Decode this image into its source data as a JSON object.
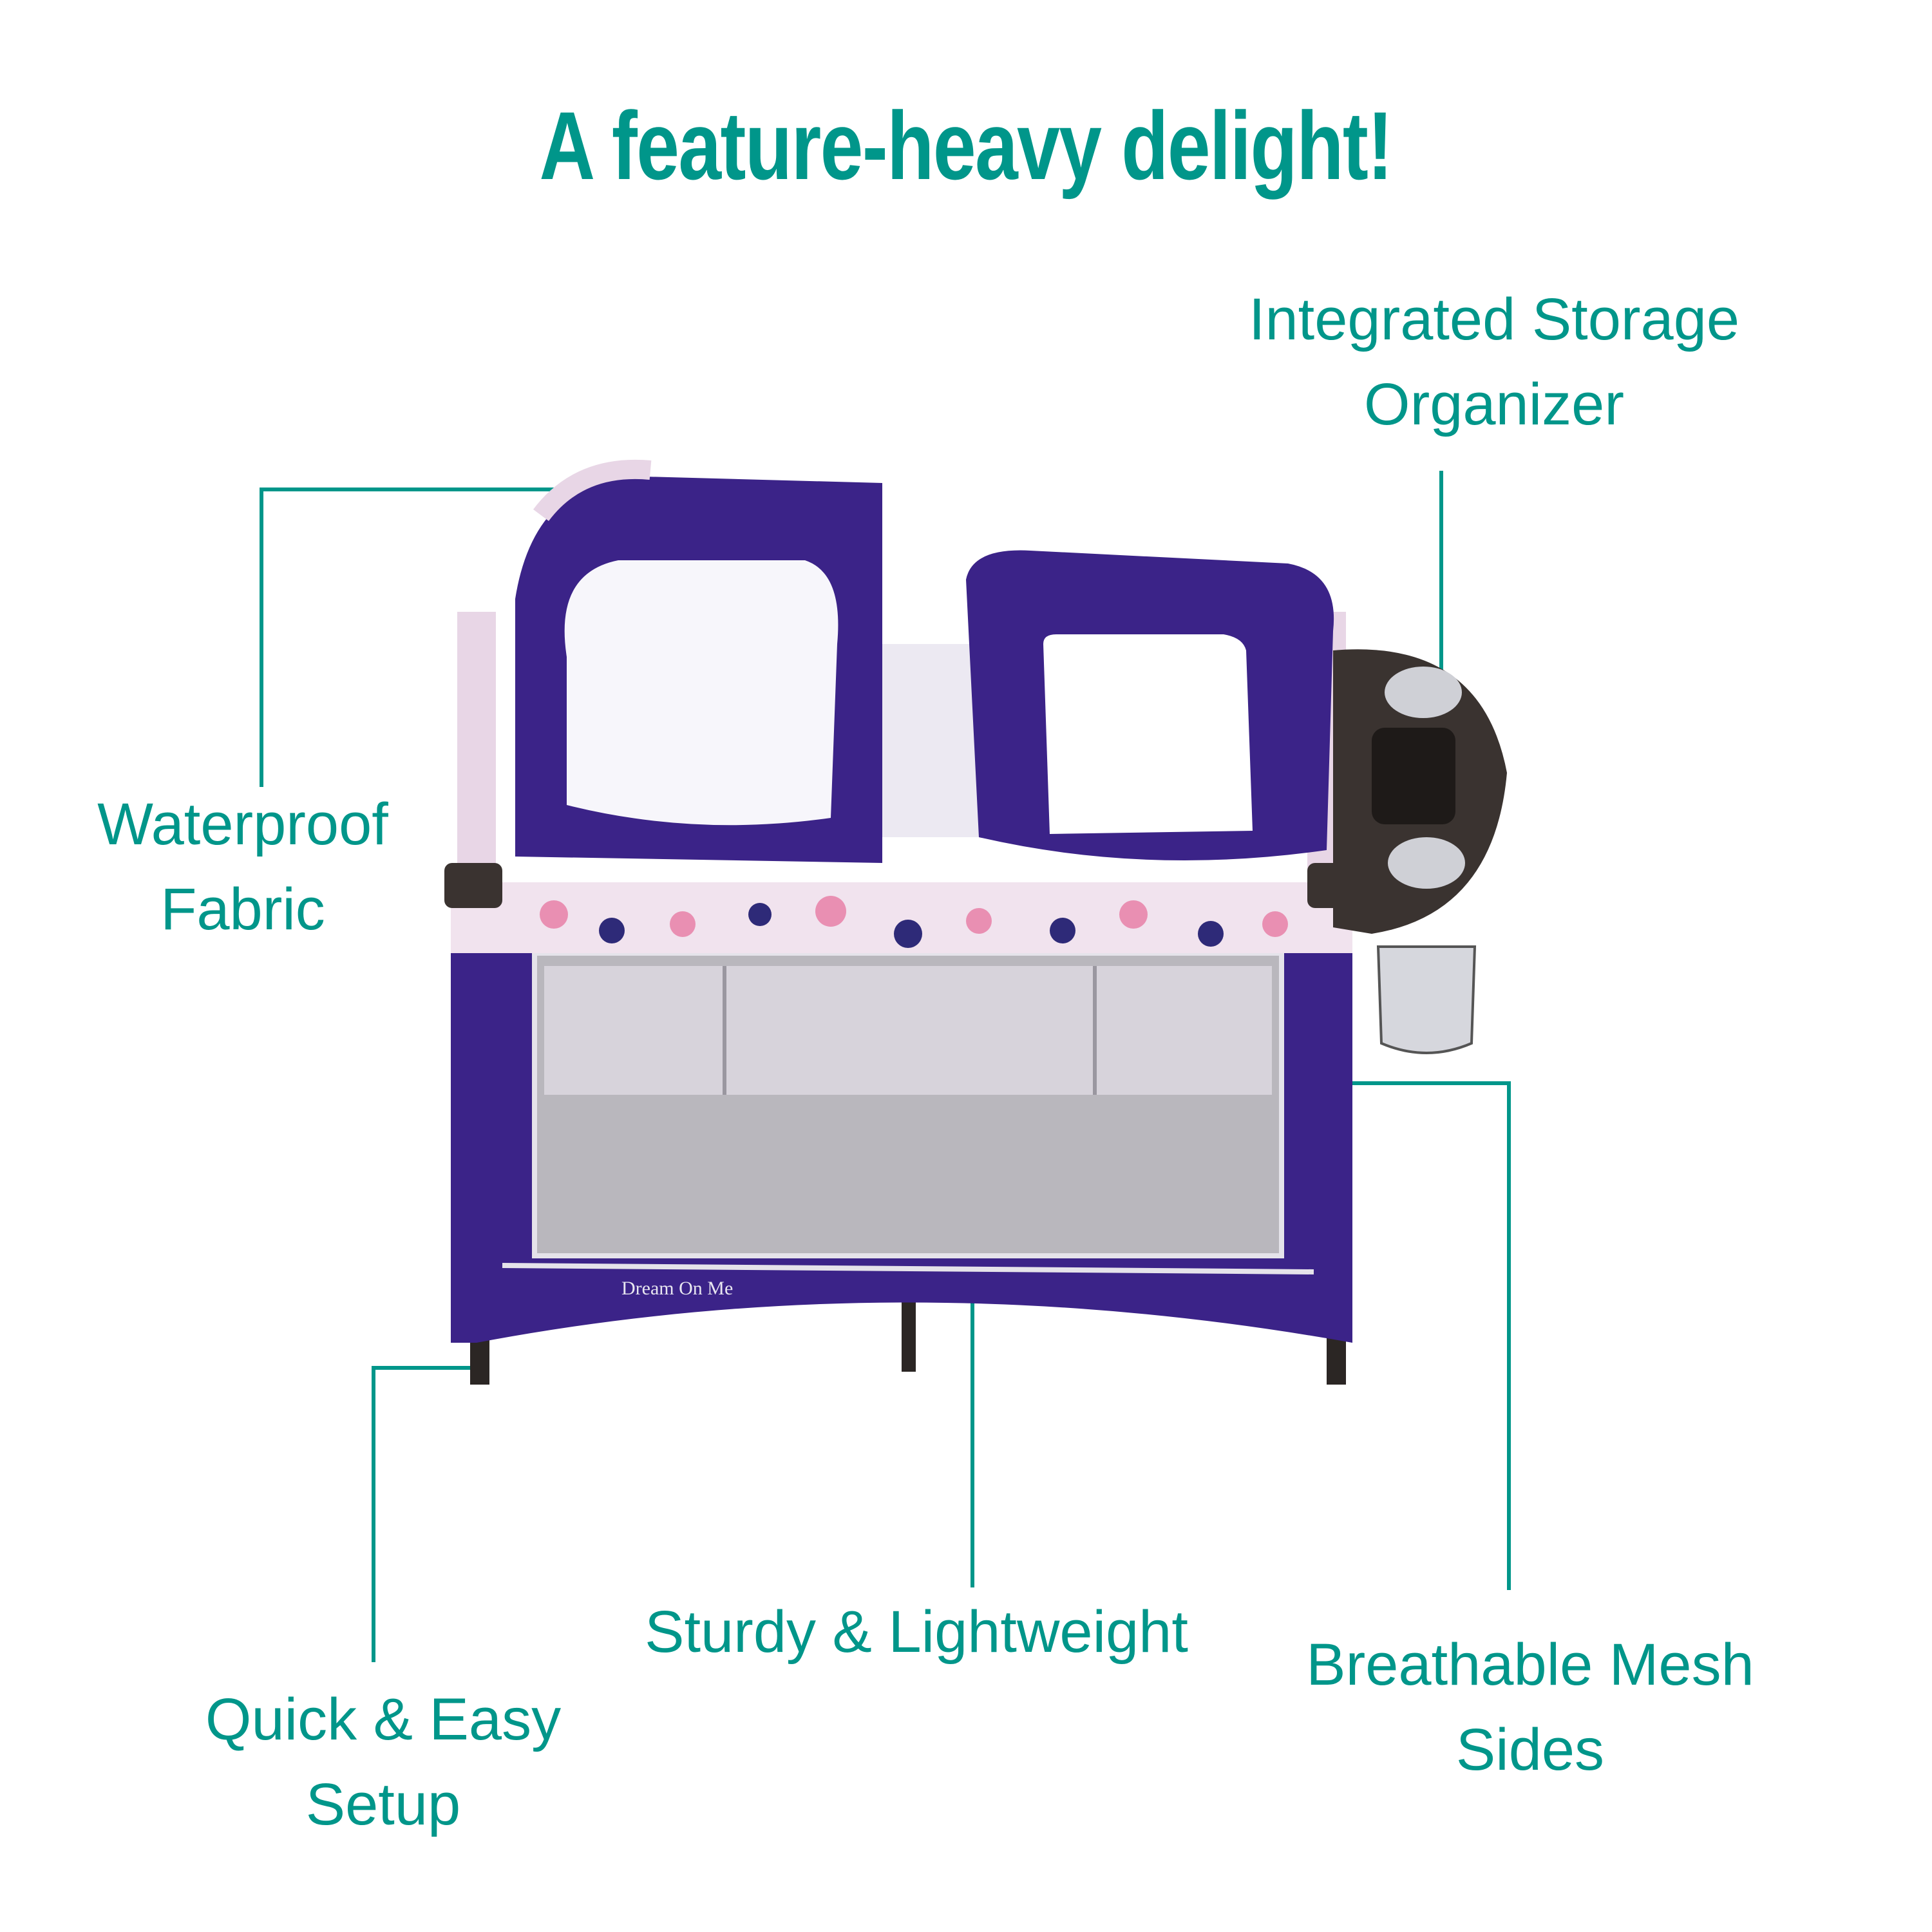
{
  "title": "A feature-heavy delight!",
  "features": {
    "storage": {
      "line1": "Integrated Storage",
      "line2": "Organizer"
    },
    "fabric": {
      "line1": "Waterproof",
      "line2": "Fabric"
    },
    "setup": {
      "line1": "Quick & Easy",
      "line2": "Setup"
    },
    "sturdy": {
      "line1": "Sturdy & Lightweight"
    },
    "mesh": {
      "line1": "Breathable Mesh",
      "line2": "Sides"
    }
  },
  "product": {
    "brand_logo": "Dream On Me"
  },
  "colors": {
    "accent": "#00968a",
    "fabric": "#3b2388",
    "frame": "#3a3330"
  }
}
